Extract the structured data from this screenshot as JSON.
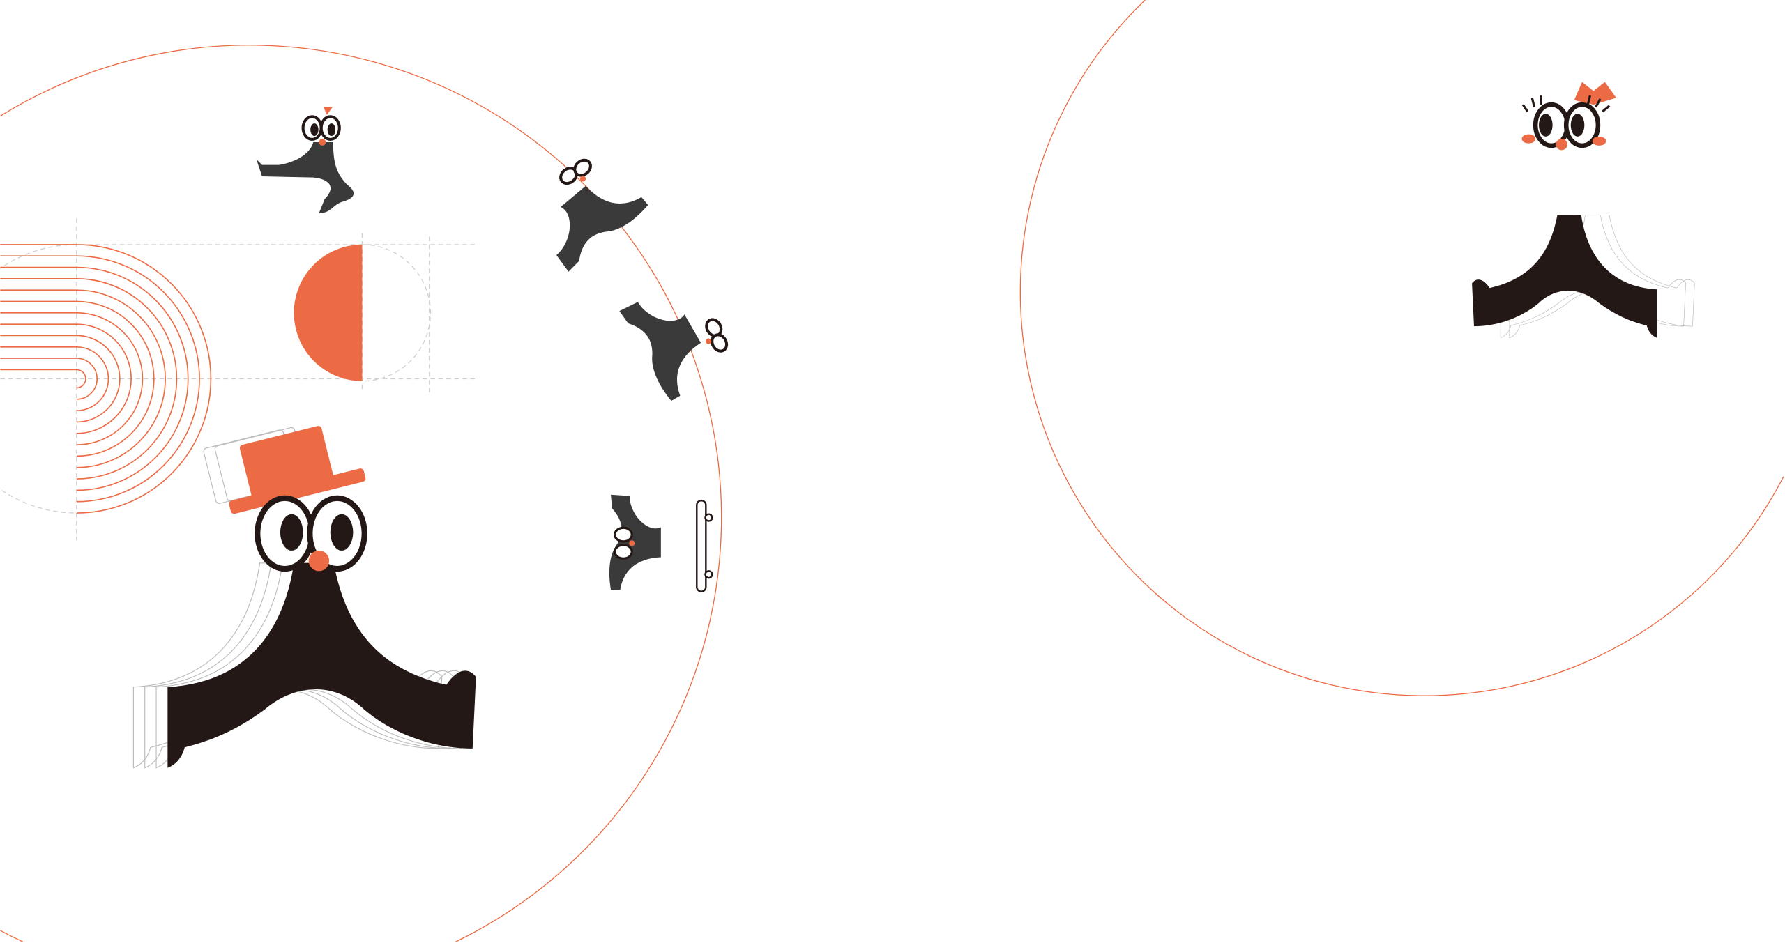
{
  "colors": {
    "accent": "#ec6b45",
    "character": "#231815",
    "character_small": "#3a3a3a",
    "guide": "#cfcfcf",
    "background": "#ffffff"
  },
  "icons": [
    "big-mascot-with-hat",
    "mascot-with-bow",
    "mascot-running",
    "mascot-walking",
    "mascot-crawling",
    "mascot-skateboard"
  ]
}
